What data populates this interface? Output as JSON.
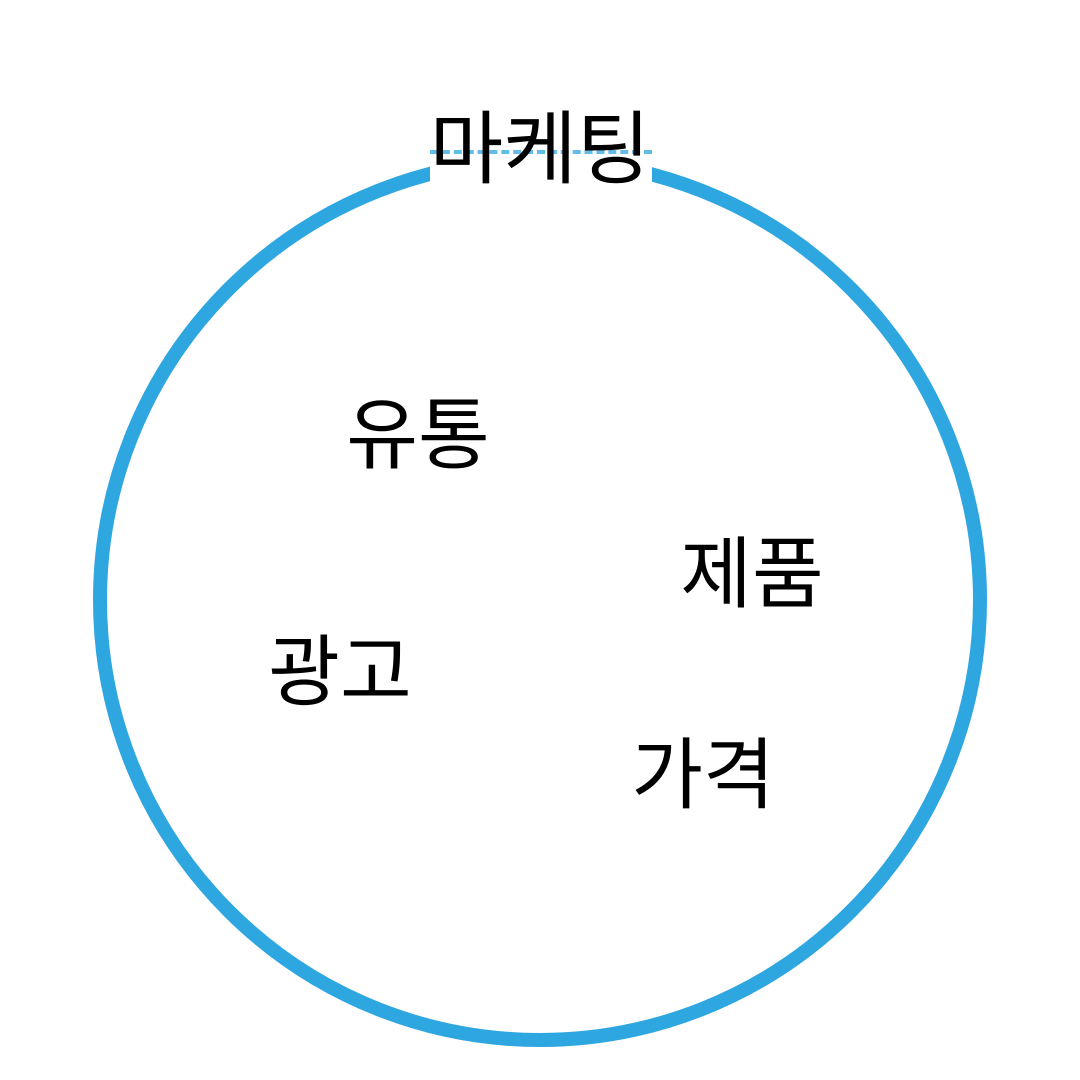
{
  "title": "마케팅",
  "items": [
    {
      "label": "유통"
    },
    {
      "label": "제품"
    },
    {
      "label": "광고"
    },
    {
      "label": "가격"
    }
  ],
  "colors": {
    "ring": "#2EA6E0",
    "text": "#000000",
    "background": "#FFFFFF"
  }
}
